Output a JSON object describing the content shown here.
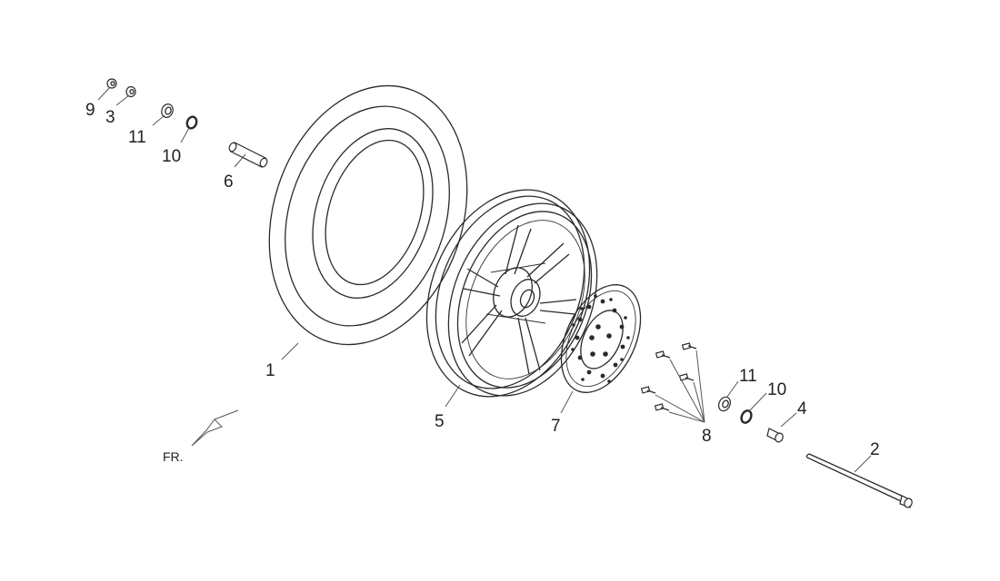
{
  "labels": {
    "tire": "1",
    "axle": "2",
    "nut_small": "3",
    "collar": "4",
    "rim": "5",
    "spacer_tube": "6",
    "brake_disc": "7",
    "disc_bolts": "8",
    "nut_top": "9",
    "seal_left": "10",
    "bearing_left": "11",
    "bearing_right": "11",
    "seal_right": "10"
  },
  "direction_marker": "FR."
}
